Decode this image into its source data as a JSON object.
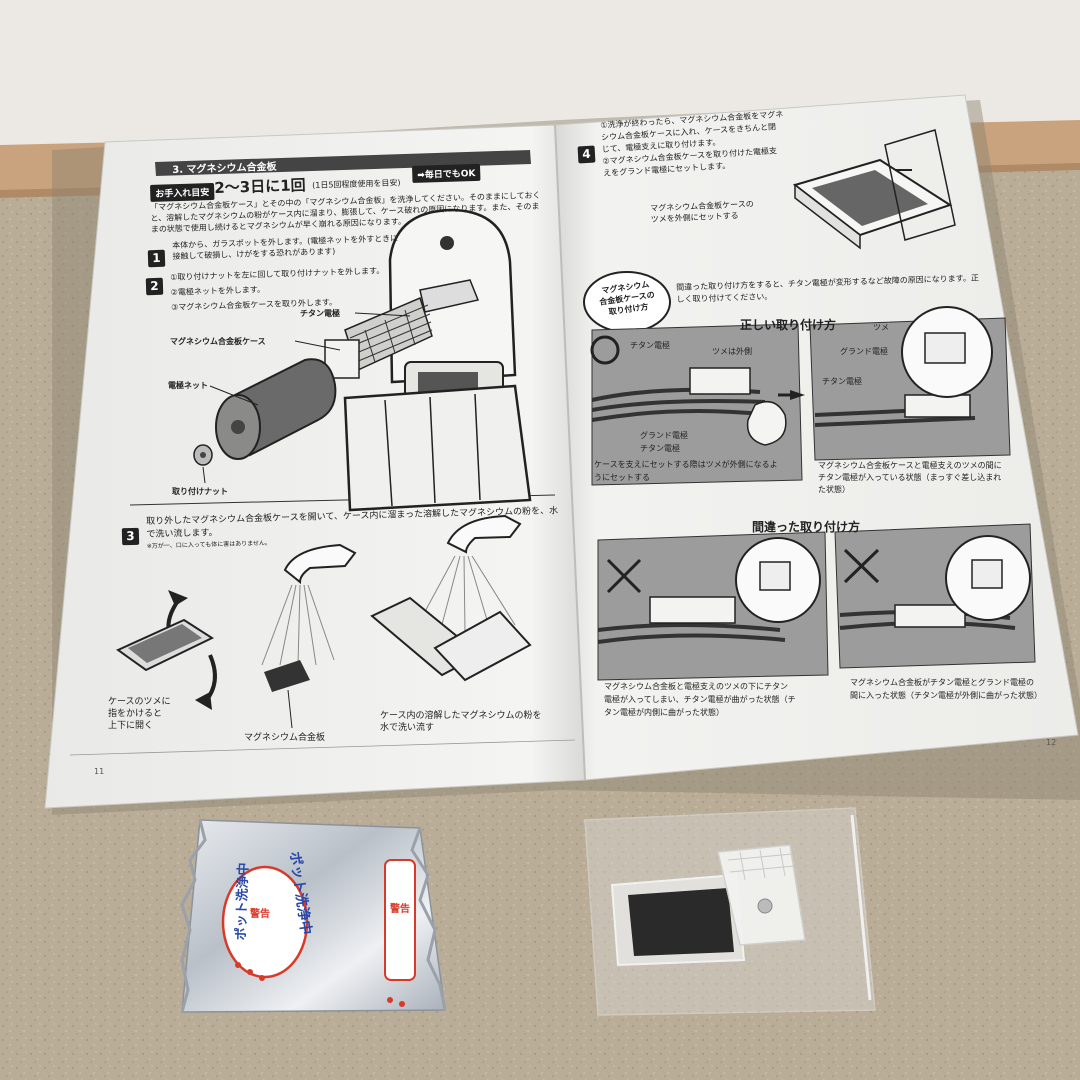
{
  "left_page": {
    "section_title": "3. マグネシウム合金板",
    "care_label": "お手入れ目安",
    "care_interval": "2～3日に1回",
    "care_note": "(1日5回程度使用を目安)",
    "care_ok": "➡毎日でもOK",
    "intro_lines": [
      "「マグネシウム合金板ケース」とその中の「マグネシウム合金板」を洗浄してください。そのままにしておく",
      "と、溶解したマグネシウムの粉がケース内に溜まり、膨張して、ケース破れの原因になります。また、そのま",
      "まの状態で使用し続けるとマグネシウムが早く崩れる原因になります。"
    ],
    "step1_lines": [
      "本体から、ガラスポットを外します。(電極ネットを外すときに",
      "接触して破損し、けがをする恐れがあります)"
    ],
    "step2_lines": [
      "①取り付けナットを左に回して取り付けナットを外します。",
      "②電極ネットを外します。",
      "③マグネシウム合金板ケースを取り外します。"
    ],
    "labels": {
      "titan": "チタン電極",
      "case": "マグネシウム合金板ケース",
      "net": "電極ネット",
      "nut": "取り付けナット",
      "mg_plate": "マグネシウム合金板",
      "tab_open_1": "ケースのツメに",
      "tab_open_2": "指をかけると",
      "tab_open_3": "上下に開く",
      "wash_1": "ケース内の溶解したマグネシウムの粉を",
      "wash_2": "水で洗い流す"
    },
    "step3_lines": [
      "取り外したマグネシウム合金板ケースを開いて、ケース内に溜まった溶解したマグネシウムの粉を、水",
      "で洗い流します。"
    ],
    "step3_note": "※万が一、口に入っても体に害はありません。",
    "page_number": "11"
  },
  "right_page": {
    "step4_lines": [
      "①洗浄が終わったら、マグネシウム合金板をマグネ",
      "シウム合金板ケースに入れ、ケースをきちんと閉",
      "じて、電極支えに取り付けます。",
      "②マグネシウム合金板ケースを取り付けた電極支",
      "えをグランド電極にセットします。"
    ],
    "case_tab_1": "マグネシウム合金板ケースの",
    "case_tab_2": "ツメを外側にセットする",
    "badge_lines": [
      "マグネシウム",
      "合金板ケースの",
      "取り付け方"
    ],
    "warning_lines": [
      "間違った取り付け方をすると、チタン電極が変形するなど故障の原因になります。正",
      "しく取り付けてください。"
    ],
    "correct_title": "正しい取り付け方",
    "wrong_title": "間違った取り付け方",
    "labels": {
      "titan": "チタン電極",
      "tab_out": "ツメは外側",
      "ground": "グランド電極",
      "tsume": "ツメ"
    },
    "correct_cap_a": [
      "ケースを支えにセットする際はツメが外側になるよ",
      "うにセットする"
    ],
    "correct_cap_b": [
      "マグネシウム合金板ケースと電極支えのツメの間に",
      "チタン電極が入っている状態（まっすぐ差し込まれ",
      "た状態）"
    ],
    "wrong_cap_a": [
      "マグネシウム合金板と電極支えのツメの下にチタン",
      "電極が入ってしまい、チタン電極が曲がった状態（チ",
      "タン電極が内側に曲がった状態）"
    ],
    "wrong_cap_b": [
      "マグネシウム合金板がチタン電極とグランド電極の",
      "間に入った状態（チタン電極が外側に曲がった状態）"
    ],
    "page_number": "12"
  },
  "packet": {
    "text_main": "ポット洗浄中",
    "text_warn": "警告"
  },
  "colors": {
    "wall": "#ece9e4",
    "baseboard": "#c9a37e",
    "counter": "#b9ad98",
    "paper": "#f3f3f1",
    "ink": "#222222",
    "gray_panel": "#9c9c9c",
    "packet_red": "#d83a2a",
    "packet_blue": "#2a4aa8"
  }
}
